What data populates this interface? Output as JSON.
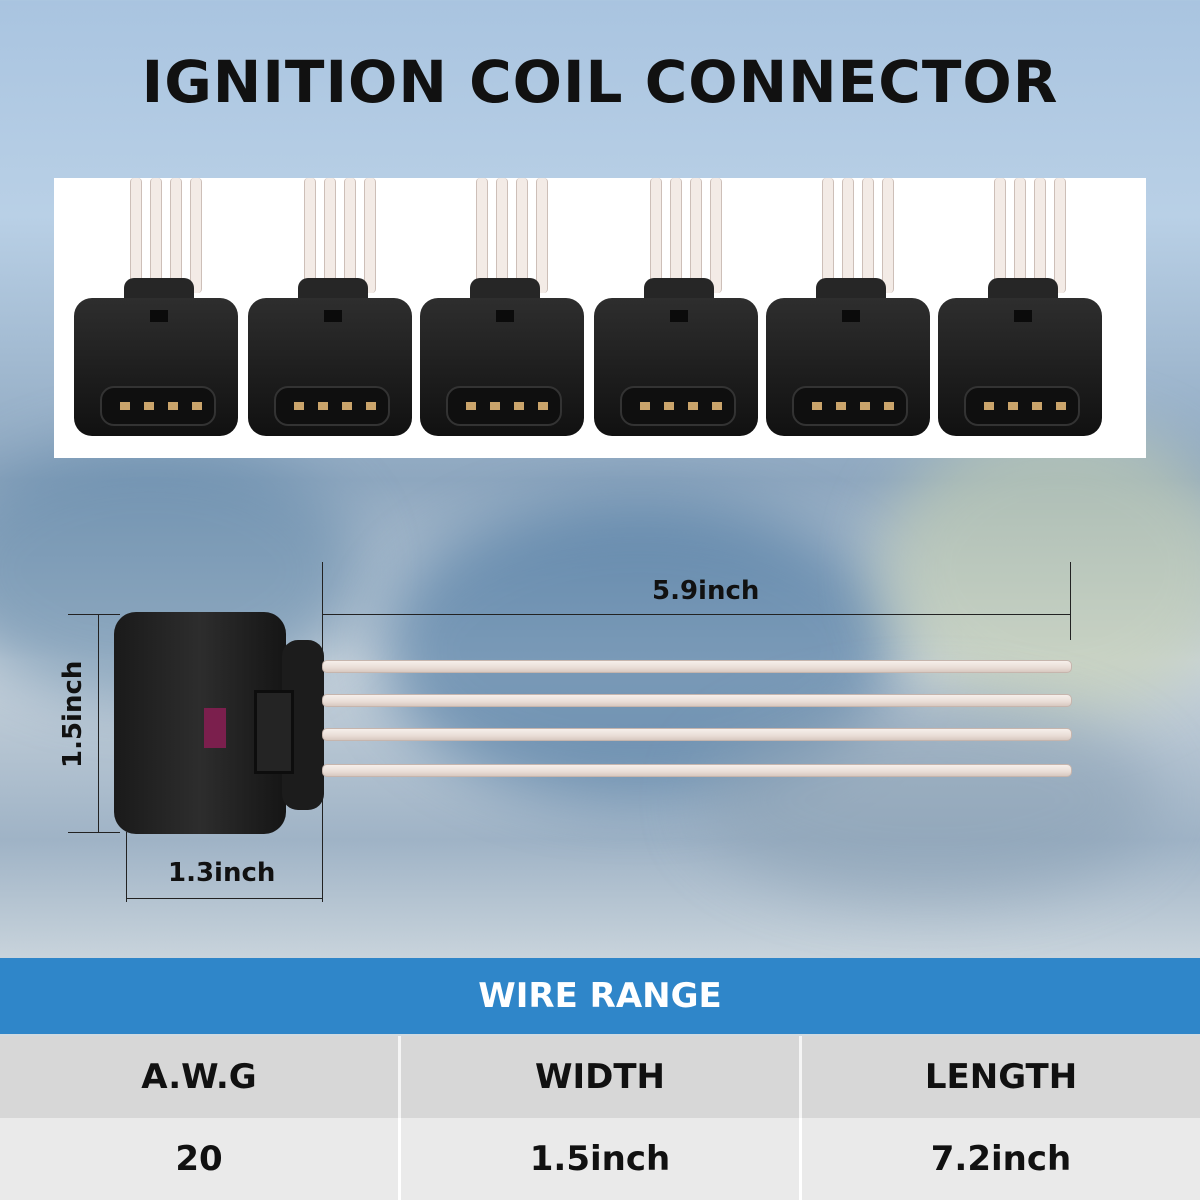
{
  "title": "IGNITION COIL CONNECTOR",
  "dimensions": {
    "wire_length": "5.9inch",
    "height": "1.5inch",
    "width": "1.3inch"
  },
  "table": {
    "header": "WIRE RANGE",
    "columns": [
      "A.W.G",
      "WIDTH",
      "LENGTH"
    ],
    "row": [
      "20",
      "1.5inch",
      "7.2inch"
    ]
  },
  "colors": {
    "table_header": "#2f86c9",
    "connector": "#1c1c1c",
    "wire": "#f3ebe6"
  },
  "product_image": {
    "connector_count": 6,
    "pins_per_connector": 4
  }
}
